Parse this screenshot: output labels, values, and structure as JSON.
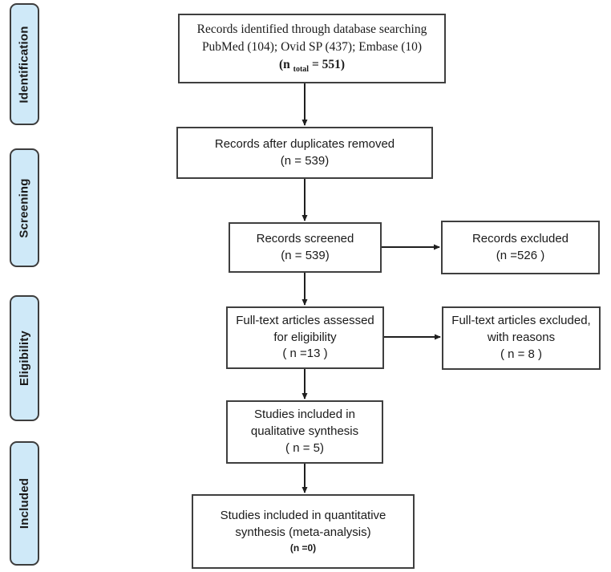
{
  "colors": {
    "stage_fill": "#cfe9f8",
    "stage_border": "#3d3d3d",
    "box_fill": "#ffffff",
    "box_border": "#3f3f3f",
    "arrow": "#1f1f1f",
    "text": "#1a1a1a"
  },
  "stages": [
    {
      "label": "Identification"
    },
    {
      "label": "Screening"
    },
    {
      "label": "Eligibility"
    },
    {
      "label": "Included"
    }
  ],
  "boxes": {
    "identified": {
      "line1": "Records identified through database searching",
      "line2": "PubMed (104); Ovid SP (437); Embase (10)",
      "n_open": "(n ",
      "n_sub": "total",
      "n_close": " = 551)"
    },
    "duplicates": {
      "line1": "Records after duplicates removed",
      "line2": "(n = 539)"
    },
    "screened": {
      "line1": "Records screened",
      "line2": "(n = 539)"
    },
    "records_excluded": {
      "line1": "Records excluded",
      "line2": "(n =526 )"
    },
    "fulltext_assessed": {
      "line1": "Full-text articles assessed",
      "line2": "for eligibility",
      "line3": "( n =13 )"
    },
    "fulltext_excluded": {
      "line1": "Full-text articles excluded,",
      "line2": "with reasons",
      "line3": "( n = 8 )"
    },
    "qualitative": {
      "line1": "Studies included in",
      "line2": "qualitative synthesis",
      "line3": "( n = 5)"
    },
    "quantitative": {
      "line1": "Studies included in quantitative",
      "line2": "synthesis (meta-analysis)",
      "n_line": "(n =0)"
    }
  }
}
